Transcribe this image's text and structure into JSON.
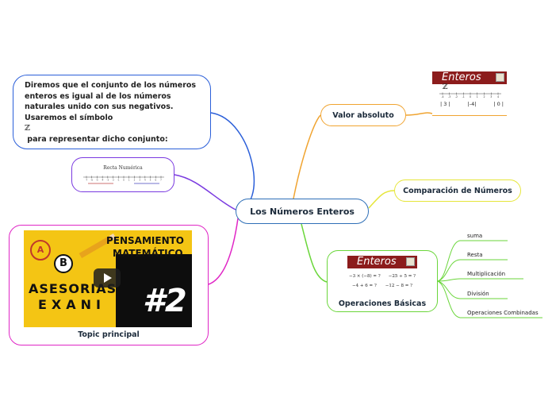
{
  "central": {
    "label": "Los Números Enteros"
  },
  "description": {
    "lines": [
      "Diremos que el conjunto de los números",
      "enteros es igual al de los números",
      "naturales unido con sus negativos.",
      "Usaremos el símbolo"
    ],
    "symbol": "ℤ",
    "last_line": " para representar dicho conjunto:"
  },
  "recta": {
    "title": "Recta Numérica",
    "ticks": [
      "-7",
      "-6",
      "-5",
      "-4",
      "-3",
      "-2",
      "-1",
      "0",
      "1",
      "2",
      "3",
      "4",
      "5",
      "6",
      "7"
    ]
  },
  "topic": {
    "label": "Topic principal",
    "thumb": {
      "brand_top": "ASESORIAS",
      "brand_bottom": "EXANI",
      "heading_1": "PENSAMIENTO",
      "heading_2": "MATEMÁTICO",
      "number": "#2",
      "badge_letter": "B"
    }
  },
  "valor": {
    "label": "Valor absoluto",
    "card_title": "Enteros",
    "card_symbol": "ℤ",
    "scale": [
      "-4",
      "-3",
      "-2",
      "-1",
      "0",
      "1",
      "2",
      "3",
      "4"
    ],
    "examples": [
      "| 3 |",
      "|-4|",
      "| 0 |"
    ]
  },
  "comparacion": {
    "label": "Comparación de Números"
  },
  "operaciones": {
    "label": "Operaciones Básicas",
    "card_title": "Enteros",
    "row1": [
      "−3 × (−8) = ?",
      "−25 ÷ 5 = ?"
    ],
    "row2": [
      "−4 + 6 = ?",
      "−12 − 8 = ?"
    ],
    "children": [
      "suma",
      "Resta",
      "Multiplicación",
      "División",
      "Operaciones Combinadas"
    ]
  },
  "colors": {
    "center": "#2e6fb7",
    "description": "#2b5fd9",
    "recta": "#7a3ae0",
    "topic": "#e026c6",
    "valor": "#f0a431",
    "comparacion": "#e6e63a",
    "operaciones": "#6ad63a",
    "card": "#8c1c1c"
  }
}
